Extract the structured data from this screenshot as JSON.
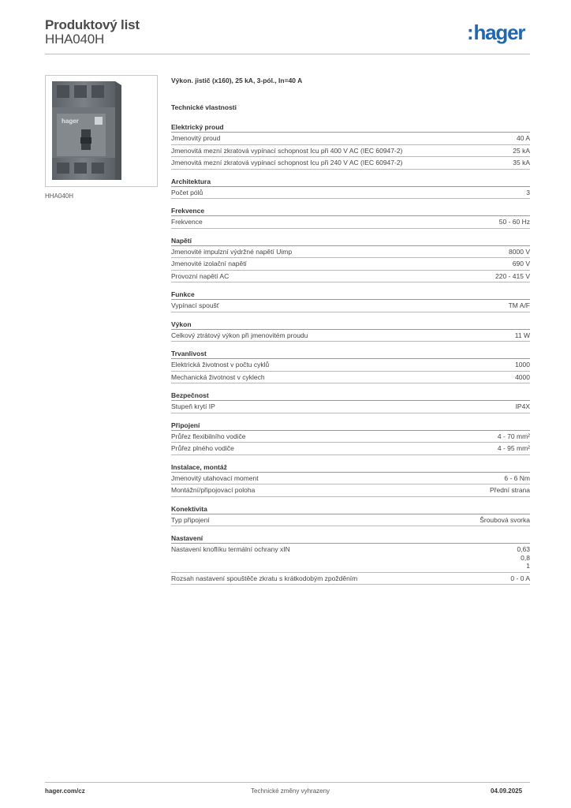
{
  "header": {
    "title": "Produktový list",
    "code": "HHA040H",
    "logo_text": "hager",
    "logo_color": "#1f67b1"
  },
  "product": {
    "image_caption": "HHA040H",
    "description": "Výkon. jistič (x160), 25 kA, 3-pól., In=40 A",
    "tech_title": "Technické vlastnosti",
    "image_logo_text": "hager"
  },
  "sections": [
    {
      "title": "Elektrický proud",
      "rows": [
        {
          "label": "Jmenovitý proud",
          "value": "40 A"
        },
        {
          "label": "Jmenovitá mezní zkratová vypínací schopnost Icu při 400 V AC (IEC 60947-2)",
          "value": "25 kA"
        },
        {
          "label": "Jmenovitá mezní zkratová vypínací schopnost Icu při 240 V AC (IEC 60947-2)",
          "value": "35 kA"
        }
      ]
    },
    {
      "title": "Architektura",
      "rows": [
        {
          "label": "Počet pólů",
          "value": "3"
        }
      ]
    },
    {
      "title": "Frekvence",
      "rows": [
        {
          "label": "Frekvence",
          "value": "50 - 60 Hz"
        }
      ]
    },
    {
      "title": "Napětí",
      "rows": [
        {
          "label": "Jmenovité impulzní výdržné napětí Uimp",
          "value": "8000 V"
        },
        {
          "label": "Jmenovité izolační napětí",
          "value": "690 V"
        },
        {
          "label": "Provozní napětí AC",
          "value": "220 - 415 V"
        }
      ]
    },
    {
      "title": "Funkce",
      "rows": [
        {
          "label": "Vypínací spoušť",
          "value": "TM A/F"
        }
      ]
    },
    {
      "title": "Výkon",
      "rows": [
        {
          "label": "Celkový ztrátový výkon při jmenovitém proudu",
          "value": "11 W"
        }
      ]
    },
    {
      "title": "Trvanlivost",
      "rows": [
        {
          "label": "Elektrická životnost v počtu cyklů",
          "value": "1000"
        },
        {
          "label": "Mechanická životnost v cyklech",
          "value": "4000"
        }
      ]
    },
    {
      "title": "Bezpečnost",
      "rows": [
        {
          "label": "Stupeň krytí IP",
          "value": "IP4X"
        }
      ]
    },
    {
      "title": "Připojení",
      "rows": [
        {
          "label": "Průřez flexibilního vodiče",
          "value": "4 - 70 mm²"
        },
        {
          "label": "Průřez plného vodiče",
          "value": "4 - 95 mm²"
        }
      ]
    },
    {
      "title": "Instalace, montáž",
      "rows": [
        {
          "label": "Jmenovitý utahovací moment",
          "value": "6 - 6 Nm"
        },
        {
          "label": "Montážní/připojovací poloha",
          "value": "Přední strana"
        }
      ]
    },
    {
      "title": "Konektivita",
      "rows": [
        {
          "label": "Typ připojení",
          "value": "Šroubová svorka"
        }
      ]
    },
    {
      "title": "Nastavení",
      "rows": [
        {
          "label": "Nastavení knoflíku termální ochrany  xIN",
          "values": [
            "0,63",
            "0,8",
            "1"
          ]
        },
        {
          "label": "Rozsah nastavení spouštěče zkratu s krátkodobým zpožděním",
          "value": "0 - 0 A"
        }
      ]
    }
  ],
  "footer": {
    "website": "hager.com/cz",
    "note": "Technické změny vyhrazeny",
    "date": "04.09.2025"
  }
}
